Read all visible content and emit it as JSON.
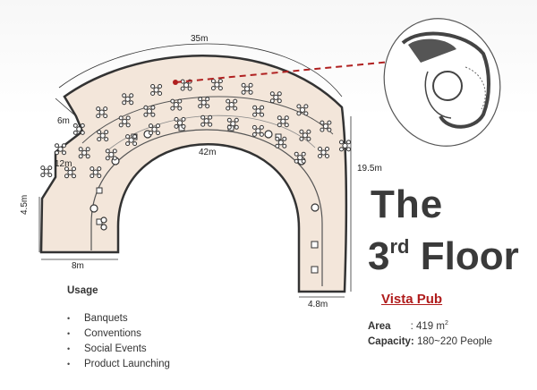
{
  "floor_plan": {
    "dimensions": {
      "top": "35m",
      "left_upper": "6m",
      "left_mid": "12m",
      "left_side": "4.5m",
      "bottom_left": "8m",
      "inner": "42m",
      "right": "19.5m",
      "bottom_right": "4.8m"
    }
  },
  "title": {
    "line1": "The",
    "line2_number": "3",
    "line2_suffix": "rd",
    "line2_word": "Floor"
  },
  "venue": {
    "name": "Vista Pub",
    "area_label": "Area",
    "area_value": ": 419 m",
    "area_unit_sup": "2",
    "capacity_label": "Capacity:",
    "capacity_value": "180~220 People"
  },
  "usage": {
    "title": "Usage",
    "items": [
      "Banquets",
      "Conventions",
      "Social Events",
      "Product Launching"
    ]
  },
  "colors": {
    "floor_fill": "#f3e6da",
    "highlight_line": "#b02020",
    "title_text": "#3a3a3a",
    "venue_name": "#b01c1c"
  }
}
